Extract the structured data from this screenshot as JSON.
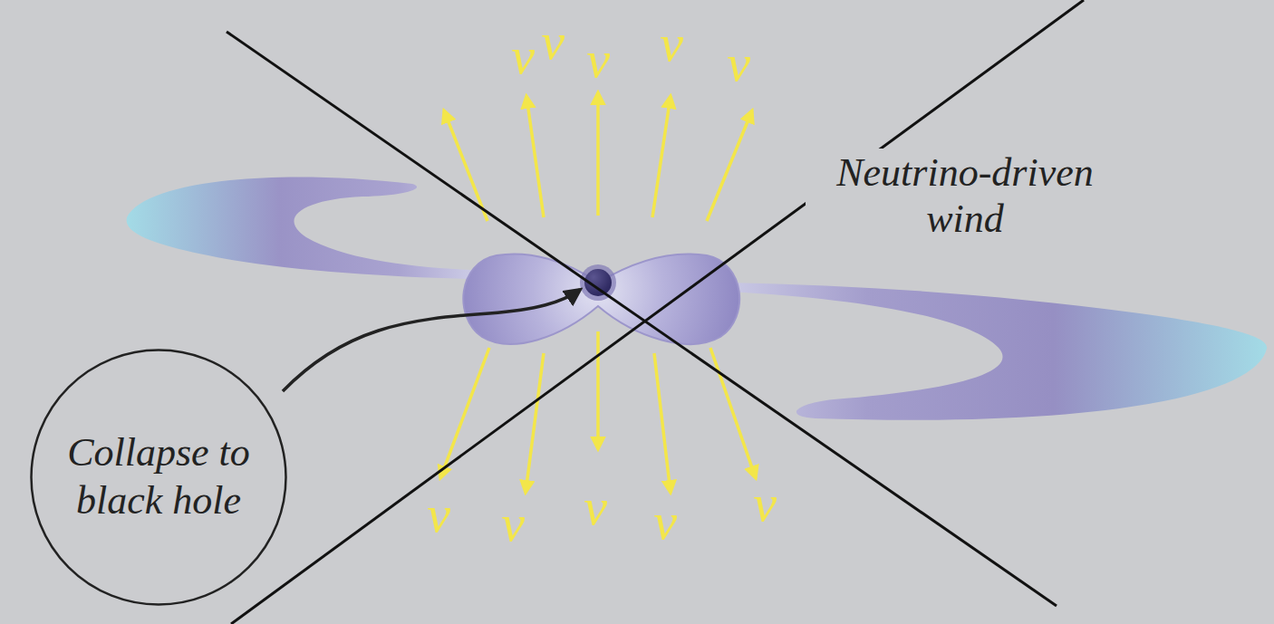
{
  "diagram": {
    "nodes": [
      {
        "text": [
          "Collapse to black hole"
        ]
      }
    ],
    "labels": [
      "Neutrino-driven wind",
      "ν",
      "ν",
      "ν",
      "ν",
      "ν",
      "ν",
      "ν",
      "ν",
      "ν",
      "ν"
    ]
  }
}
